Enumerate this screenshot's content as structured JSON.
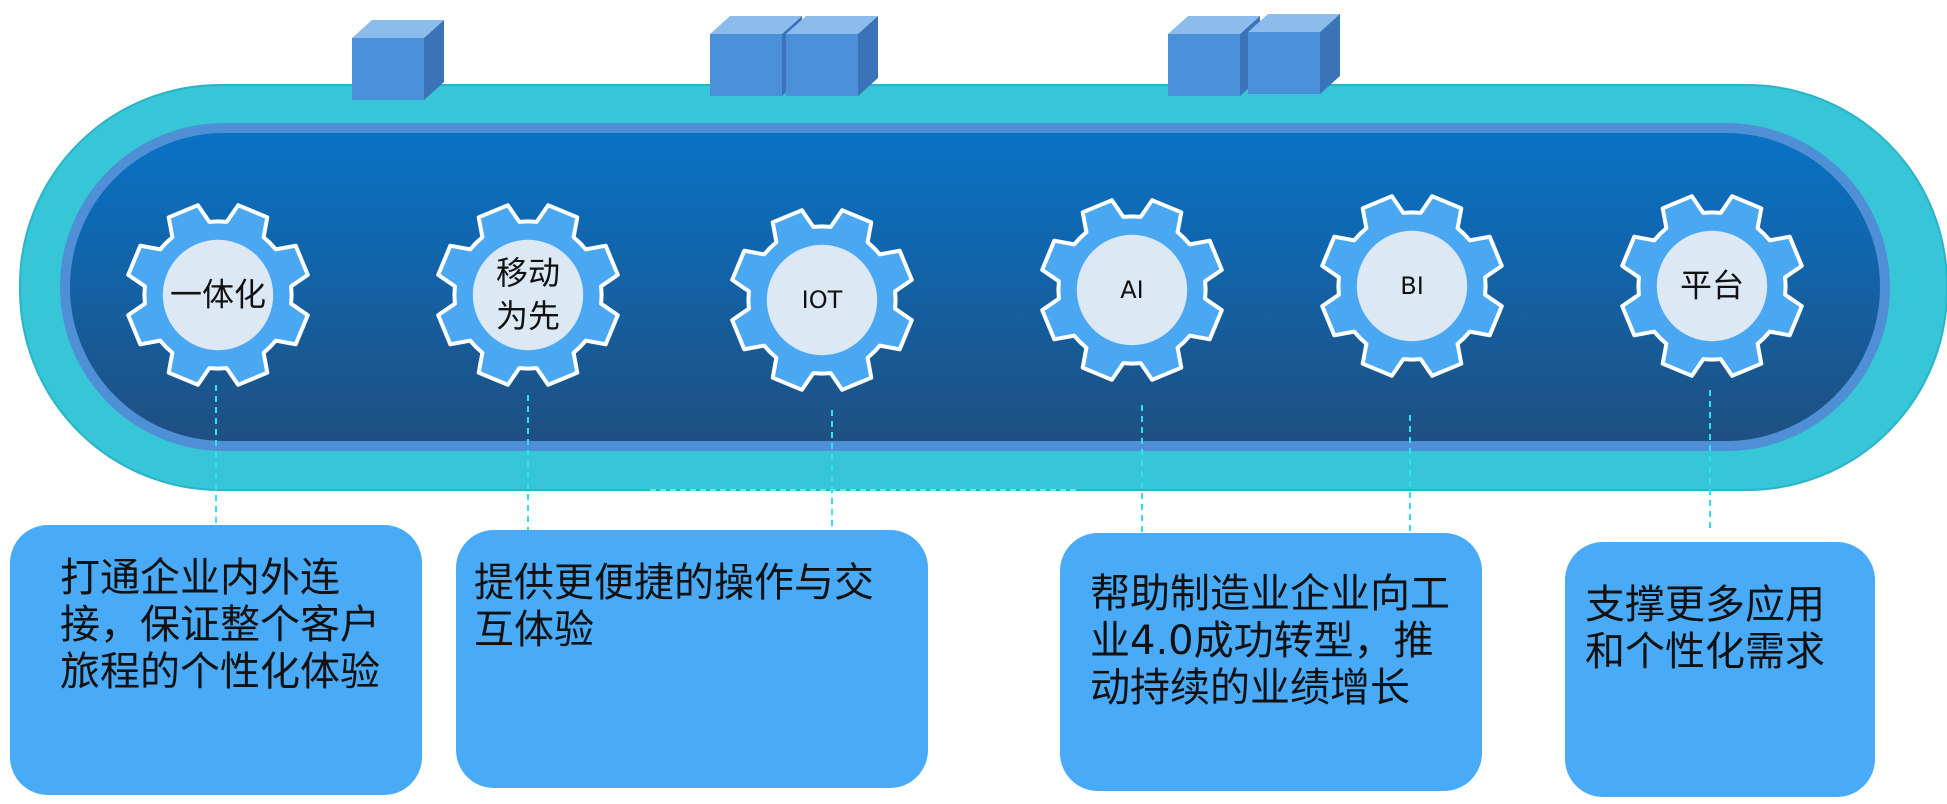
{
  "gears": [
    {
      "id": "integration",
      "label": "一体化",
      "size": "big"
    },
    {
      "id": "mobile",
      "label": "移动\n为先",
      "size": "big"
    },
    {
      "id": "iot",
      "label": "IOT",
      "size": "small"
    },
    {
      "id": "ai",
      "label": "AI",
      "size": "small"
    },
    {
      "id": "bi",
      "label": "BI",
      "size": "small"
    },
    {
      "id": "platform",
      "label": "平台",
      "size": "big"
    }
  ],
  "cards": [
    {
      "id": "integration",
      "text": "打通企业内外连接，保证整个客户旅程的个性化体验"
    },
    {
      "id": "mobile",
      "text": "提供更便捷的操作与交互体验"
    },
    {
      "id": "ai-bi",
      "text": "帮助制造业企业向工业4.0成功转型，推动持续的业绩增长"
    },
    {
      "id": "platform",
      "text": "支撑更多应用和个性化需求"
    }
  ],
  "colors": {
    "outer_band": "#36c6d8",
    "inner_band_top": "#0873c7",
    "inner_band_bottom": "#1f4f80",
    "gear": "#4aa7f2",
    "gear_center": "#dde8f5",
    "card": "#49aaf7",
    "box": "#4a90d9"
  }
}
